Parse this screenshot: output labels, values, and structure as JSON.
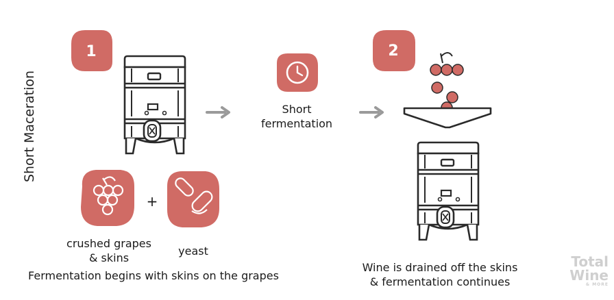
{
  "title": "Short Maceration",
  "step1": {
    "badge": "1"
  },
  "step2": {
    "badge": "2"
  },
  "ingredients": {
    "grapes_label_line1": "crushed grapes",
    "grapes_label_line2": "& skins",
    "plus": "+",
    "yeast_label": "yeast"
  },
  "step1_caption": "Fermentation begins with skins on the grapes",
  "middle": {
    "line1": "Short",
    "line2": "fermentation"
  },
  "step2_caption": {
    "line1": "Wine is drained off the skins",
    "line2": "& fermentation continues"
  },
  "logo": {
    "line1": "Total",
    "line2": "Wine",
    "line3": "& MORE"
  },
  "colors": {
    "accent": "#d06b65",
    "arrow": "#9a9a9a",
    "ink": "#2a2a2a"
  },
  "icons": [
    "step-badge",
    "fermentation-tank-icon",
    "arrow-right-icon",
    "clock-icon",
    "grapes-icon",
    "yeast-icon",
    "funnel-icon",
    "falling-grapes-icon"
  ]
}
